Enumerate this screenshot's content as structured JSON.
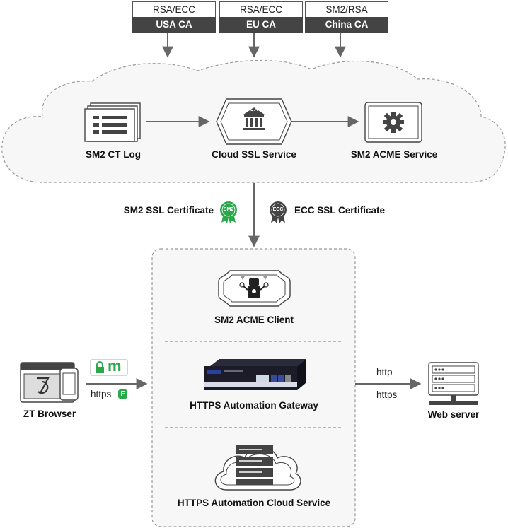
{
  "cas": [
    {
      "algo": "RSA/ECC",
      "name": "USA CA"
    },
    {
      "algo": "RSA/ECC",
      "name": "EU CA"
    },
    {
      "algo": "SM2/RSA",
      "name": "China CA"
    }
  ],
  "cloud": {
    "ct_log": "SM2 CT Log",
    "ssl_service": "Cloud SSL Service",
    "acme_service": "SM2 ACME Service",
    "ca_badge": "CA"
  },
  "certs": {
    "sm2_label": "SM2 SSL Certificate",
    "sm2_badge": "SM2",
    "ecc_label": "ECC SSL Certificate",
    "ecc_badge": "ECC"
  },
  "gateway_box": {
    "acme_client": "SM2 ACME Client",
    "gateway": "HTTPS Automation Gateway",
    "cloud_service": "HTTPS Automation Cloud Service"
  },
  "browser": {
    "name": "ZT Browser",
    "https_label": "https",
    "badge_letter": "m",
    "f_letter": "F"
  },
  "server": {
    "name": "Web server",
    "http_label": "http",
    "https_label": "https"
  },
  "colors": {
    "green": "#2aa84a",
    "dark": "#444444",
    "line": "#666666"
  }
}
